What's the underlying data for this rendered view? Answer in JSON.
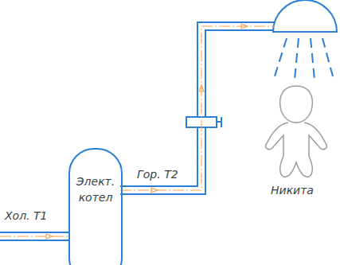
{
  "diagram": {
    "nodes": [
      {
        "text": [
          "Элект. котел"
        ]
      }
    ],
    "labels": [
      "Хол. T1",
      "Гор. T2",
      "Никита"
    ]
  }
}
